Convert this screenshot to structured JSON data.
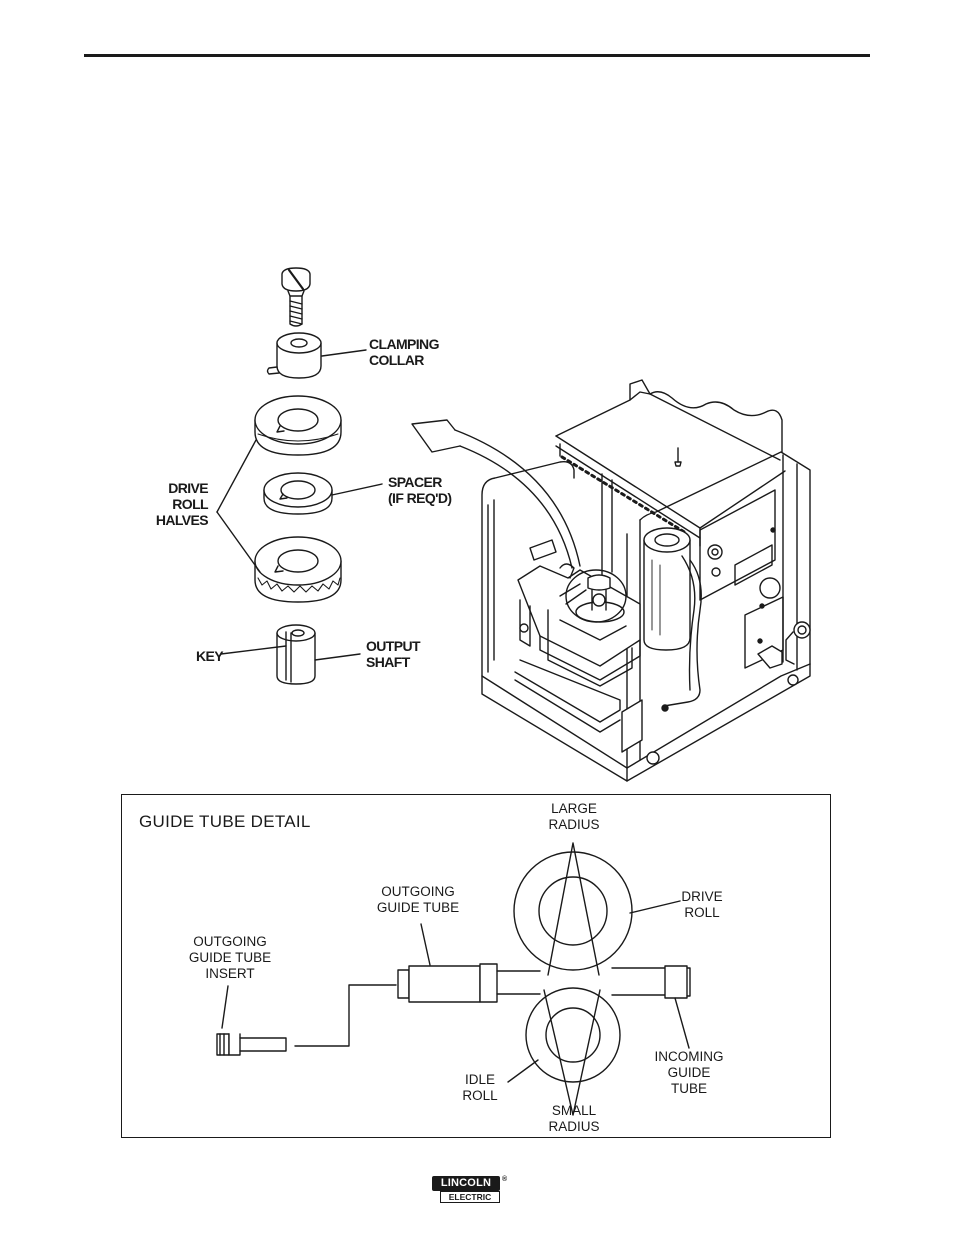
{
  "exploded_view": {
    "clamping_collar_line1": "CLAMPING",
    "clamping_collar_line2": "COLLAR",
    "spacer_line1": "SPACER",
    "spacer_line2": "(IF REQ'D)",
    "drive_roll_halves_line1": "DRIVE",
    "drive_roll_halves_line2": "ROLL",
    "drive_roll_halves_line3": "HALVES",
    "key": "KEY",
    "output_shaft_line1": "OUTPUT",
    "output_shaft_line2": "SHAFT"
  },
  "guide_tube_detail": {
    "title": "GUIDE  TUBE  DETAIL",
    "large_radius_line1": "LARGE",
    "large_radius_line2": "RADIUS",
    "outgoing_guide_tube_line1": "OUTGOING",
    "outgoing_guide_tube_line2": "GUIDE TUBE",
    "drive_roll_line1": "DRIVE",
    "drive_roll_line2": "ROLL",
    "insert_line1": "OUTGOING",
    "insert_line2": "GUIDE  TUBE",
    "insert_line3": "INSERT",
    "idle_roll_line1": "IDLE",
    "idle_roll_line2": "ROLL",
    "small_radius_line1": "SMALL",
    "small_radius_line2": "RADIUS",
    "incoming_guide_tube_line1": "INCOMING",
    "incoming_guide_tube_line2": "GUIDE",
    "incoming_guide_tube_line3": "TUBE"
  },
  "footer": {
    "logo_top": "LINCOLN",
    "logo_bottom": "ELECTRIC",
    "logo_mark": "®"
  }
}
